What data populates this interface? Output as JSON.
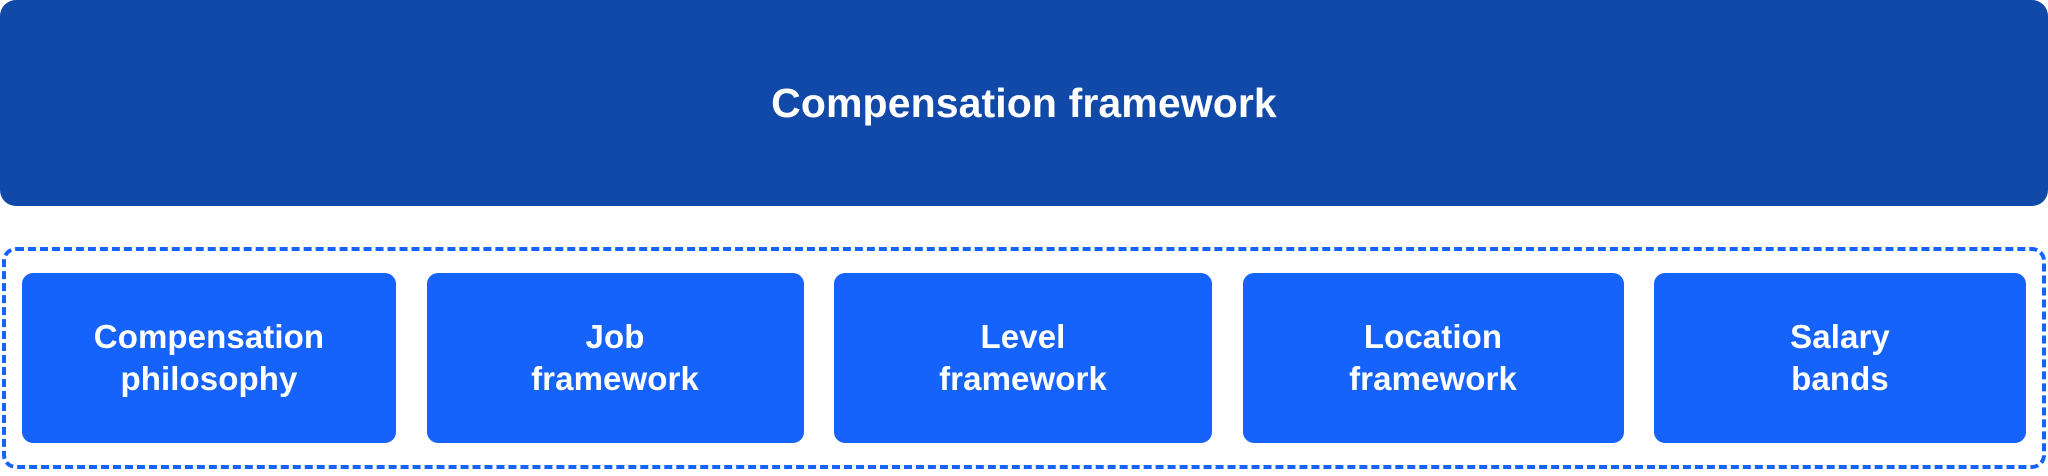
{
  "header": {
    "title": "Compensation framework",
    "background_color": "#1049A8",
    "text_color": "#FFFFFF"
  },
  "group": {
    "border_color": "#1563FB",
    "border_style": "dashed",
    "items": [
      {
        "label": "Compensation\nphilosophy",
        "line1": "Compensation",
        "line2": "philosophy",
        "color": "#1563FB"
      },
      {
        "label": "Job\nframework",
        "line1": "Job",
        "line2": "framework",
        "color": "#1563FB"
      },
      {
        "label": "Level\nframework",
        "line1": "Level",
        "line2": "framework",
        "color": "#1563FB"
      },
      {
        "label": "Location\nframework",
        "line1": "Location",
        "line2": "framework",
        "color": "#1563FB"
      },
      {
        "label": "Salary\nbands",
        "line1": "Salary",
        "line2": "bands",
        "color": "#1563FB"
      }
    ]
  },
  "colors": {
    "dark_blue": "#1049A8",
    "bright_blue": "#1563FB",
    "white": "#FFFFFF",
    "page_background": "#FFFFFF"
  }
}
